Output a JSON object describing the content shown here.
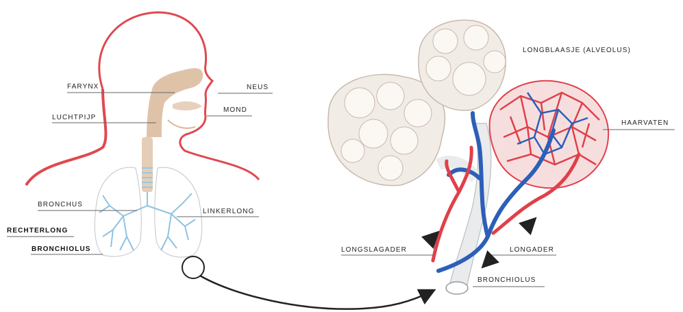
{
  "labels": {
    "farynx": "FARYNX",
    "neus": "NEUS",
    "mond": "MOND",
    "luchtpijp": "LUCHTPIJP",
    "bronchus": "BRONCHUS",
    "linkerlong": "LINKERLONG",
    "rechterlong": "RECHTERLONG",
    "bronchiolus_left": "BRONCHIOLUS",
    "longblaasje": "LONGBLAASJE (ALVEOLUS)",
    "haarvaten": "HAARVATEN",
    "longslagader": "LONGSLAGADER",
    "longader": "LONGADER",
    "bronchiolus_right": "BRONCHIOLUS"
  },
  "colors": {
    "body_outline": "#e0484f",
    "airway": "#d9b99a",
    "lung_outline": "#c9cdd2",
    "bronchi": "#8fc3e0",
    "artery": "#e0404a",
    "vein": "#2d5fb8",
    "alveolus": "#f1ece6",
    "alveolus_shadow": "#c9b8ae"
  }
}
